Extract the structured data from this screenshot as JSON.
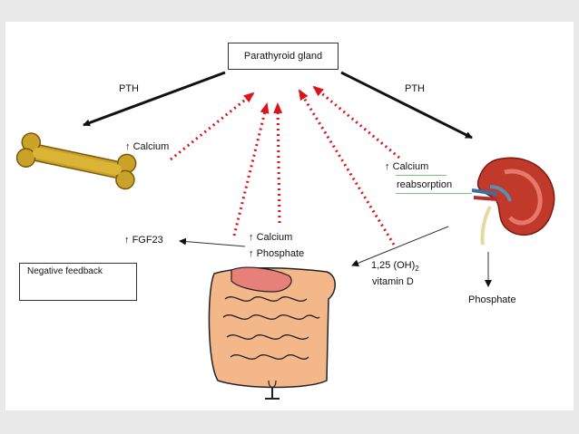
{
  "diagram": {
    "source_node": "Parathyroid gland",
    "pth_left": "PTH",
    "pth_right": "PTH",
    "bone_effect": "Calcium",
    "kidney_effect_line1": "Calcium",
    "kidney_effect_line2": "reabsorption",
    "gut_effect_line1": "Calcium",
    "gut_effect_line2": "Phosphate",
    "fgf": "FGF23",
    "vitd_line1_prefix": "1,25 (OH)",
    "vitd_line1_sub": "2",
    "vitd_line2": "vitamin D",
    "kidney_output": "Phosphate",
    "up_arrow": "↑"
  },
  "legend": {
    "title": "Negative feedback"
  },
  "colors": {
    "feedback": "#d9141b",
    "arrow": "#111111",
    "bone": "#c9a227",
    "kidney": "#c0392b",
    "intestine": "#f3b78a"
  },
  "icons": [
    "bone-icon",
    "kidney-icon",
    "intestine-icon"
  ]
}
